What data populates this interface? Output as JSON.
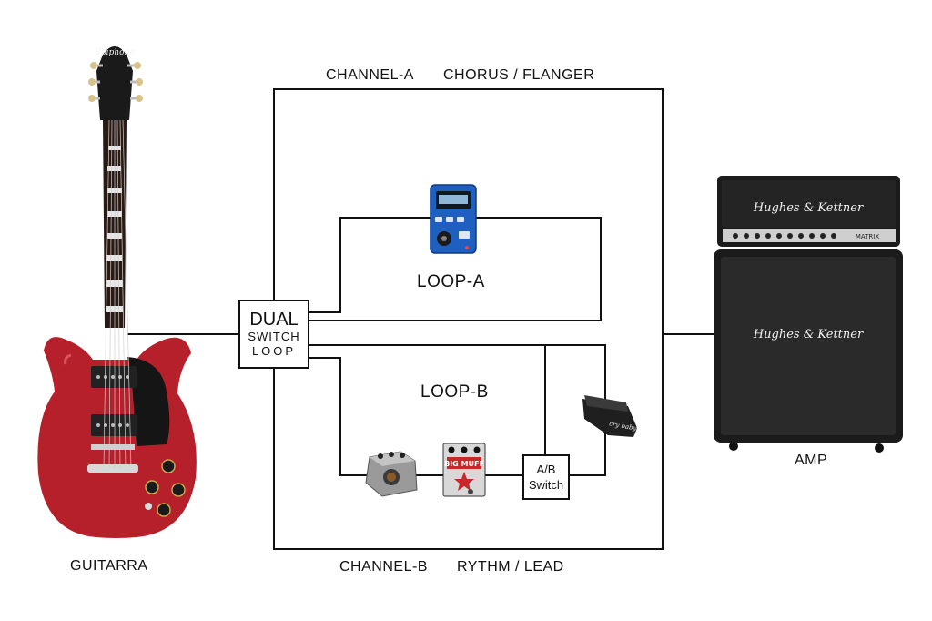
{
  "labels": {
    "channel_a": "CHANNEL-A",
    "chorus_flanger": "CHORUS / FLANGER",
    "channel_b": "CHANNEL-B",
    "rythm_lead": "RYTHM / LEAD",
    "guitarra": "GUITARRA",
    "amp": "AMP",
    "loop_a": "LOOP-A",
    "loop_b": "LOOP-B"
  },
  "dual_switch": {
    "line1": "DUAL",
    "line2": "SWITCH",
    "line3": "LOOP"
  },
  "ab_switch": {
    "line1": "A/B",
    "line2": "Switch"
  },
  "pictures": {
    "guitar_brand": "Epiphone",
    "amp_brand": "Hughes & Kettner",
    "amp_model": "MATRIX",
    "fuzz_pedal_text": "BIG MUFF",
    "wah_text": "cry baby"
  },
  "colors": {
    "guitar_body": "#b5202a",
    "multi_fx": "#1f5fbf",
    "amp_tolex": "#1b1b1b",
    "wire": "#111111"
  }
}
